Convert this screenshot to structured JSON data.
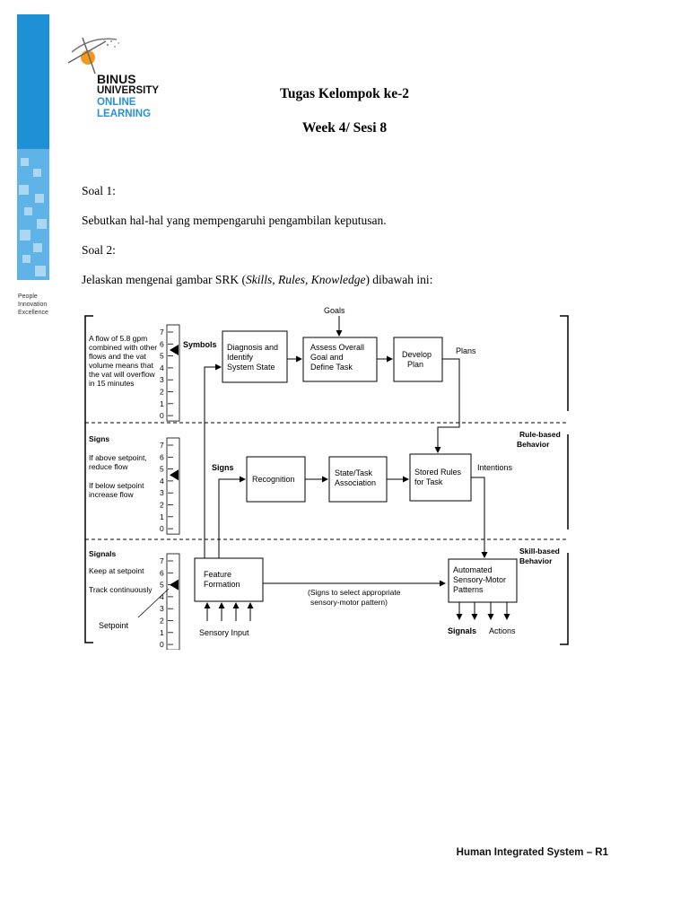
{
  "logo": {
    "line1": "BINUS",
    "line2": "UNIVERSITY",
    "line3": "ONLINE",
    "line4": "LEARNING"
  },
  "tagline": [
    "People",
    "Innovation",
    "Excellence"
  ],
  "heading": {
    "title": "Tugas Kelompok ke-2",
    "subtitle": "Week 4/ Sesi 8"
  },
  "questions": {
    "q1_label": "Soal 1:",
    "q1_text": "Sebutkan hal-hal yang mempengaruhi pengambilan keputusan.",
    "q2_label": "Soal 2:",
    "q2_prefix": "Jelaskan mengenai gambar SRK (",
    "q2_italic": "Skills, Rules, Knowledge",
    "q2_suffix": ") dibawah ini:"
  },
  "diagram": {
    "knowledge_note": [
      "A flow of 5.8 gpm",
      "combined with other",
      "flows and the vat",
      "volume means that",
      "the vat will overflow",
      "in 15 minutes"
    ],
    "rule_title": "Signs",
    "rule_note_1": [
      "If above setpoint,",
      "reduce flow"
    ],
    "rule_note_2": [
      "If below setpoint",
      "increase flow"
    ],
    "skill_title": "Signals",
    "skill_note_1": "Keep at setpoint",
    "skill_note_2": "Track continuously",
    "setpoint": "Setpoint",
    "scale": [
      "7",
      "6",
      "5",
      "4",
      "3",
      "2",
      "1",
      "0"
    ],
    "symbols": "Symbols",
    "signs": "Signs",
    "goals": "Goals",
    "box_diagnosis": [
      "Diagnosis and",
      "Identify",
      "System State"
    ],
    "box_assess": [
      "Assess Overall",
      "Goal and",
      "Define Task"
    ],
    "box_develop": [
      "Develop",
      "Plan"
    ],
    "plans": "Plans",
    "box_recognition": "Recognition",
    "box_state_task": [
      "State/Task",
      "Association"
    ],
    "box_stored_rules": [
      "Stored Rules",
      "for Task"
    ],
    "intentions": "Intentions",
    "box_feature": [
      "Feature",
      "Formation"
    ],
    "box_automated": [
      "Automated",
      "Sensory-Motor",
      "Patterns"
    ],
    "sensory_input": "Sensory Input",
    "signs_note": [
      "(Signs to select appropriate",
      "sensory-motor pattern)"
    ],
    "signals_out": "Signals",
    "actions": "Actions",
    "rule_based": [
      "Rule-based",
      "Behavior"
    ],
    "skill_based": [
      "Skill-based",
      "Behavior"
    ]
  },
  "footer": "Human Integrated System – R1"
}
